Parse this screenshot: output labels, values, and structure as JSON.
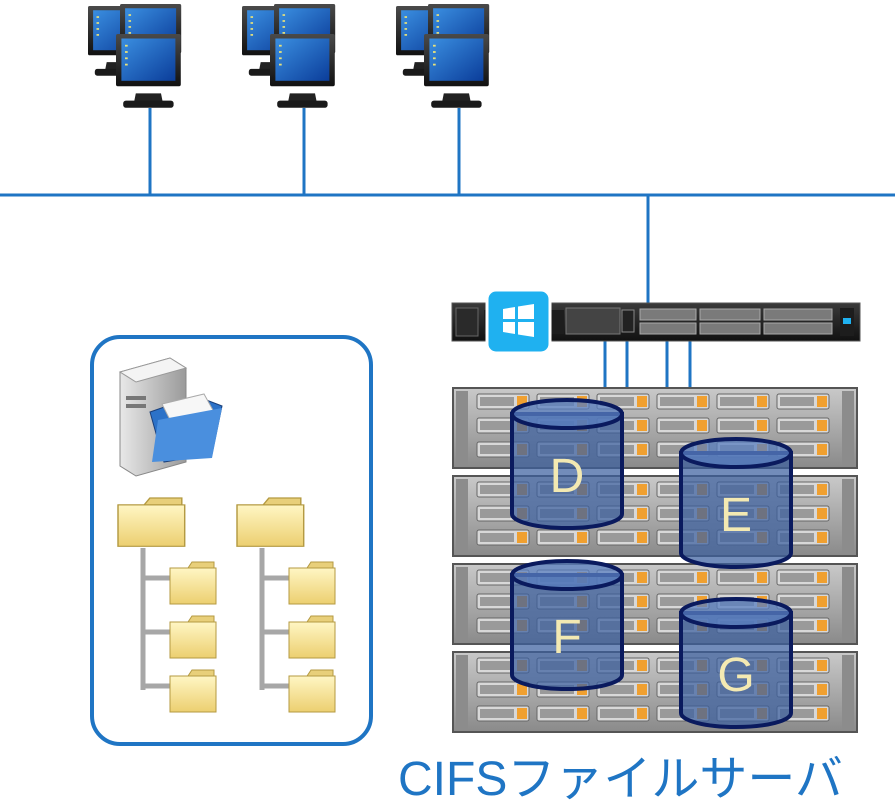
{
  "caption": "CIFSファイルサーバ",
  "drives": [
    {
      "letter": "D"
    },
    {
      "letter": "E"
    },
    {
      "letter": "F"
    },
    {
      "letter": "G"
    }
  ],
  "colors": {
    "network_line": "#1f75c4",
    "panel_border": "#1f75c4",
    "windows_badge": "#1fb1f0",
    "drive_fill": "#3b5fa0",
    "drive_stroke": "#0a1a5e",
    "drive_letter": "#f3e9b2",
    "caption": "#1f75c4",
    "folder": "#f7e08f"
  },
  "icons": {
    "client": "desktop-monitor-icon",
    "server": "rack-server-icon",
    "windows": "windows-logo-icon",
    "file_server": "file-server-icon",
    "folder": "folder-icon",
    "storage": "disk-enclosure-icon",
    "drive": "drive-cylinder-icon"
  }
}
